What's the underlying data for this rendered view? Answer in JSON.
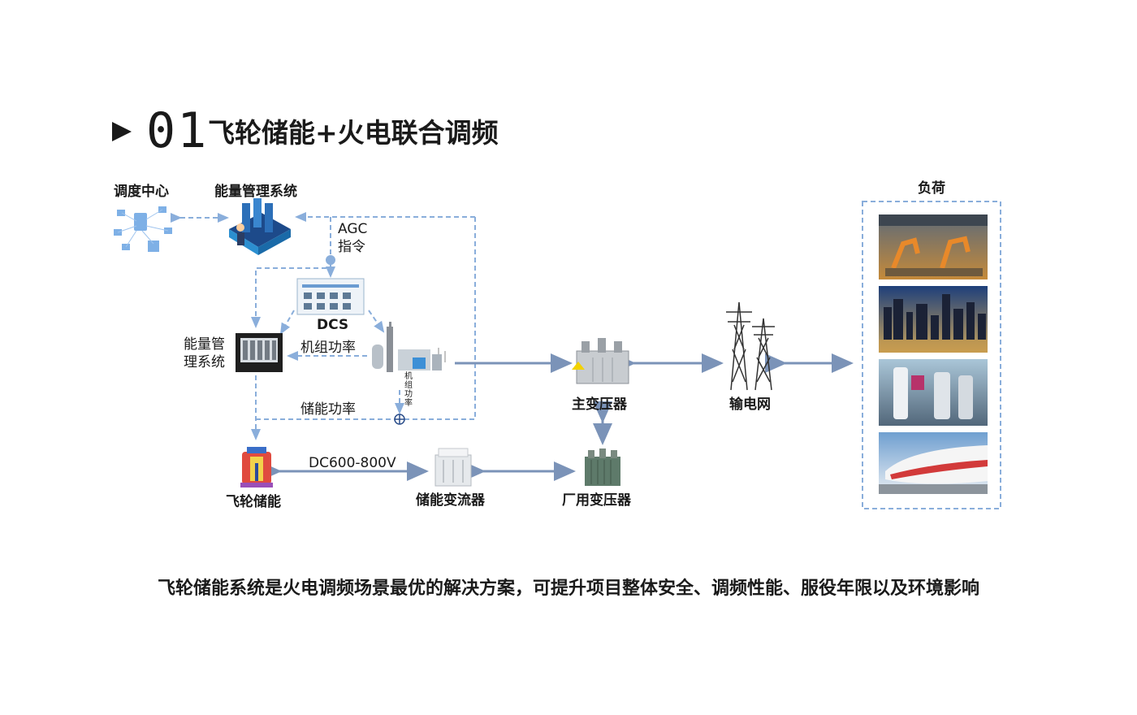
{
  "header": {
    "number": "01",
    "title": "飞轮储能+火电联合调频"
  },
  "nodes": {
    "dispatch": "调度中心",
    "ems_top": "能量管理系统",
    "agc_line1": "AGC",
    "agc_line2": "指令",
    "dcs": "DCS",
    "ems_left_line1": "能量管",
    "ems_left_line2": "理系统",
    "unit_power": "机组功率",
    "unit_power_small": [
      "机",
      "组",
      "功",
      "率"
    ],
    "storage_power": "储能功率",
    "main_transformer": "主变压器",
    "grid": "输电网",
    "load": "负荷",
    "flywheel": "飞轮储能",
    "dc_voltage": "DC600-800V",
    "pcs": "储能变流器",
    "aux_transformer": "厂用变压器"
  },
  "footer": "飞轮储能系统是火电调频场景最优的解决方案，可提升项目整体安全、调频性能、服役年限以及环境影响",
  "colors": {
    "dashed": "#8aaedb",
    "arrow": "#7b93b8",
    "text": "#1a1a1a"
  }
}
